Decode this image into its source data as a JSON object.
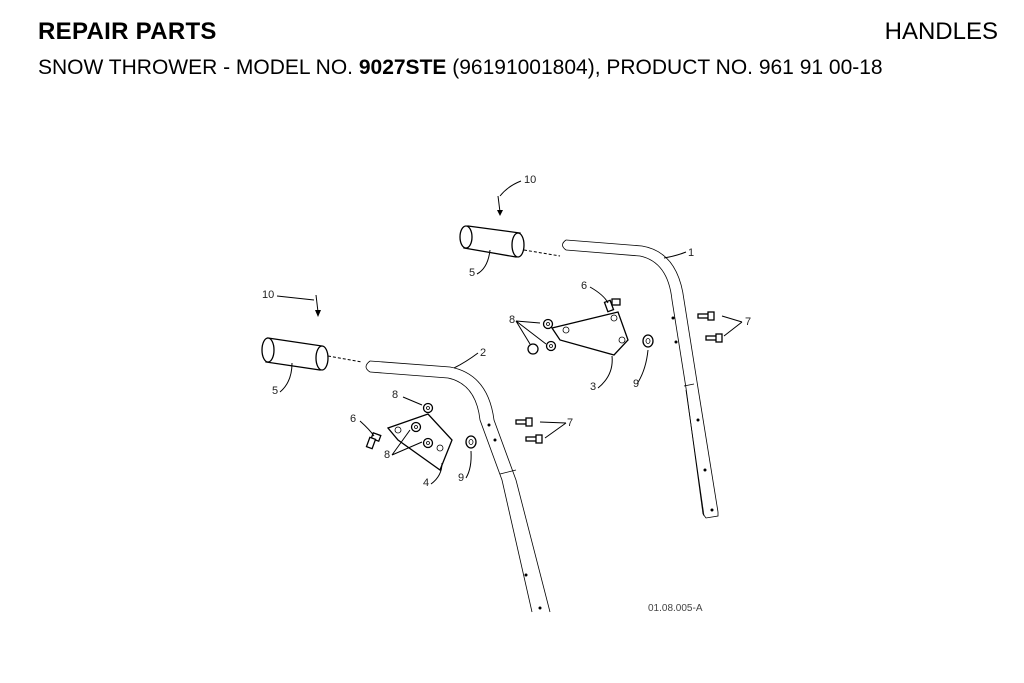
{
  "header": {
    "title": "REPAIR PARTS",
    "section": "HANDLES",
    "subtitle_prefix": "SNOW THROWER - MODEL NO. ",
    "model_no": "9027STE",
    "subtitle_suffix": " (96191001804), PRODUCT NO. 961 91 00-18"
  },
  "diagram": {
    "callouts": {
      "c1": "1",
      "c2": "2",
      "c3": "3",
      "c4": "4",
      "c5a": "5",
      "c5b": "5",
      "c6a": "6",
      "c6b": "6",
      "c7a": "7",
      "c7b": "7",
      "c8a": "8",
      "c8b": "8",
      "c8c": "8",
      "c9a": "9",
      "c9b": "9",
      "c10a": "10",
      "c10b": "10"
    },
    "reference_code": "01.08.005-A"
  }
}
